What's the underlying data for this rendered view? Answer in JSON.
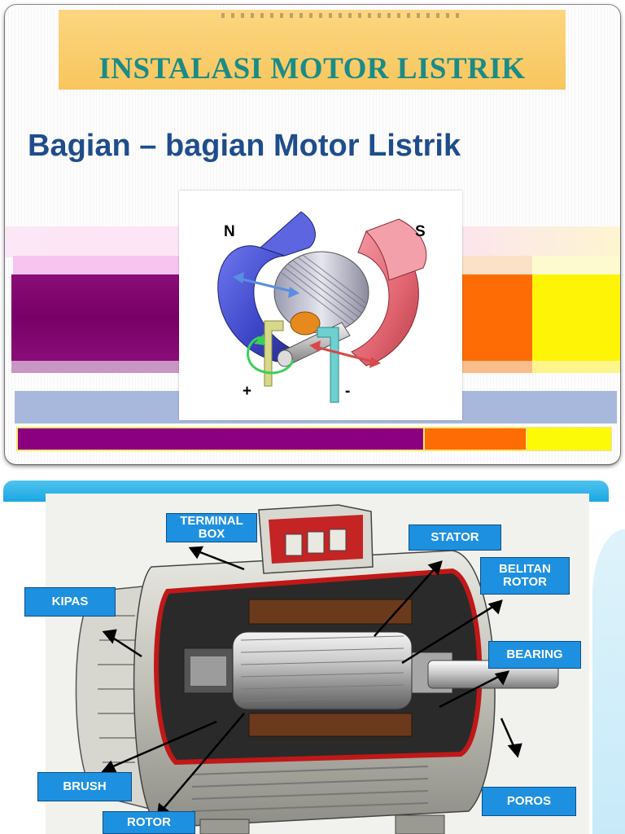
{
  "slide1": {
    "title": "INSTALASI MOTOR LISTRIK",
    "subtitle": "Bagian – bagian Motor Listrik",
    "diagram": {
      "north_label": "N",
      "south_label": "S",
      "plus_label": "+",
      "minus_label": "-"
    },
    "colors": {
      "title_bg": "#f7c65e",
      "title_text": "#1a8b86",
      "subtitle_text": "#1f4d8c",
      "north_pole": "#4a54d6",
      "south_pole": "#e8707c"
    }
  },
  "slide2": {
    "labels": {
      "terminal_box": "TERMINAL BOX",
      "stator": "STATOR",
      "belitan_rotor": "BELITAN ROTOR",
      "kipas": "KIPAS",
      "bearing": "BEARING",
      "brush": "BRUSH",
      "poros": "POROS",
      "rotor": "ROTOR"
    },
    "colors": {
      "label_bg": "#1e90e0",
      "label_text": "#ffffff",
      "header_bar": "#1aa7e4"
    }
  }
}
